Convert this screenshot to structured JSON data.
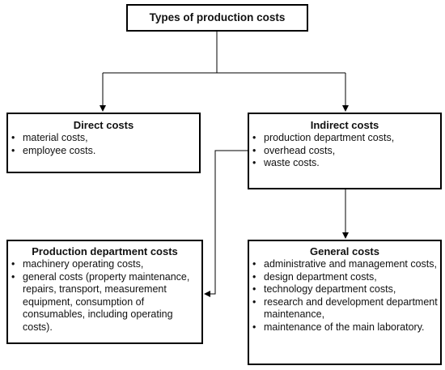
{
  "root": {
    "title": "Types of production costs"
  },
  "direct": {
    "title": "Direct costs",
    "items": [
      "material costs,",
      "employee costs."
    ]
  },
  "indirect": {
    "title": "Indirect costs",
    "items": [
      "production department costs,",
      "overhead costs,",
      "waste costs."
    ]
  },
  "production_department": {
    "title": "Production department costs",
    "items": [
      "machinery operating costs,",
      "general costs (property maintenance, repairs, transport, measurement equipment, consumption of consumables, including operating costs)."
    ]
  },
  "general": {
    "title": "General costs",
    "items": [
      "administrative and management costs,",
      "design department costs,",
      "technology department costs,",
      "research and development department maintenance,",
      "maintenance of the main laboratory."
    ]
  }
}
